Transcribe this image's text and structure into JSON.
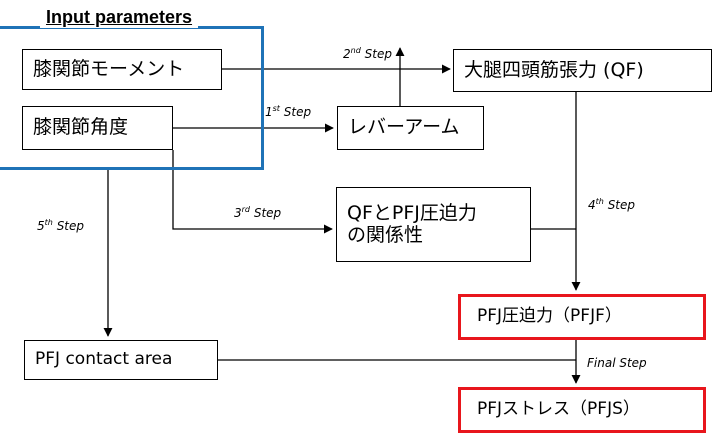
{
  "input_group": {
    "title": "Input parameters",
    "color": "#1f73b7"
  },
  "nodes": {
    "knee_moment": "膝関節モーメント",
    "knee_angle": "膝関節角度",
    "lever_arm": "レバーアーム",
    "quadriceps_tension": "大腿四頭筋張力 (QF)",
    "qf_pfj_relation_line1": "QFとPFJ圧迫力",
    "qf_pfj_relation_line2": "の関係性",
    "pfj_contact_area": "PFJ contact area",
    "pfj_force": "PFJ圧迫力（PFJF）",
    "pfj_stress": "PFJストレス（PFJS）"
  },
  "highlight_color": "#e8161c",
  "steps": {
    "first": {
      "num": "1",
      "sup": "st",
      "word": "Step"
    },
    "second": {
      "num": "2",
      "sup": "nd",
      "word": "Step"
    },
    "third": {
      "num": "3",
      "sup": "rd",
      "word": "Step"
    },
    "fourth": {
      "num": "4",
      "sup": "th",
      "word": "Step"
    },
    "fifth": {
      "num": "5",
      "sup": "th",
      "word": "Step"
    },
    "final": "Final Step"
  }
}
